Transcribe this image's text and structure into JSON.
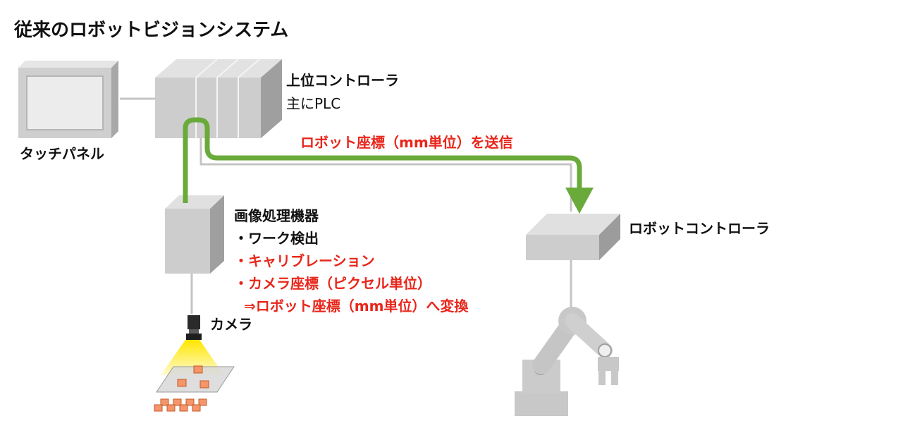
{
  "title": "従来のロボットビジョンシステム",
  "labels": {
    "touch_panel": "タッチパネル",
    "upper_controller": "上位コントローラ",
    "upper_controller_sub": "主にPLC",
    "send_label": "ロボット座標（mm単位）を送信",
    "image_processor": "画像処理機器",
    "func_1": "・ワーク検出",
    "func_2": "・キャリブレーション",
    "func_3": "・カメラ座標（ピクセル単位）",
    "func_4": "⇒ロボット座標（mm単位）へ変換",
    "camera": "カメラ",
    "robot_controller": "ロボットコントローラ"
  },
  "colors": {
    "accent_red": "#e8261b",
    "signal_green": "#6aaa3a",
    "device_gray": "#c8c8c8",
    "light_yellow": "#fff48a",
    "workpiece_orange": "#f4956a"
  }
}
